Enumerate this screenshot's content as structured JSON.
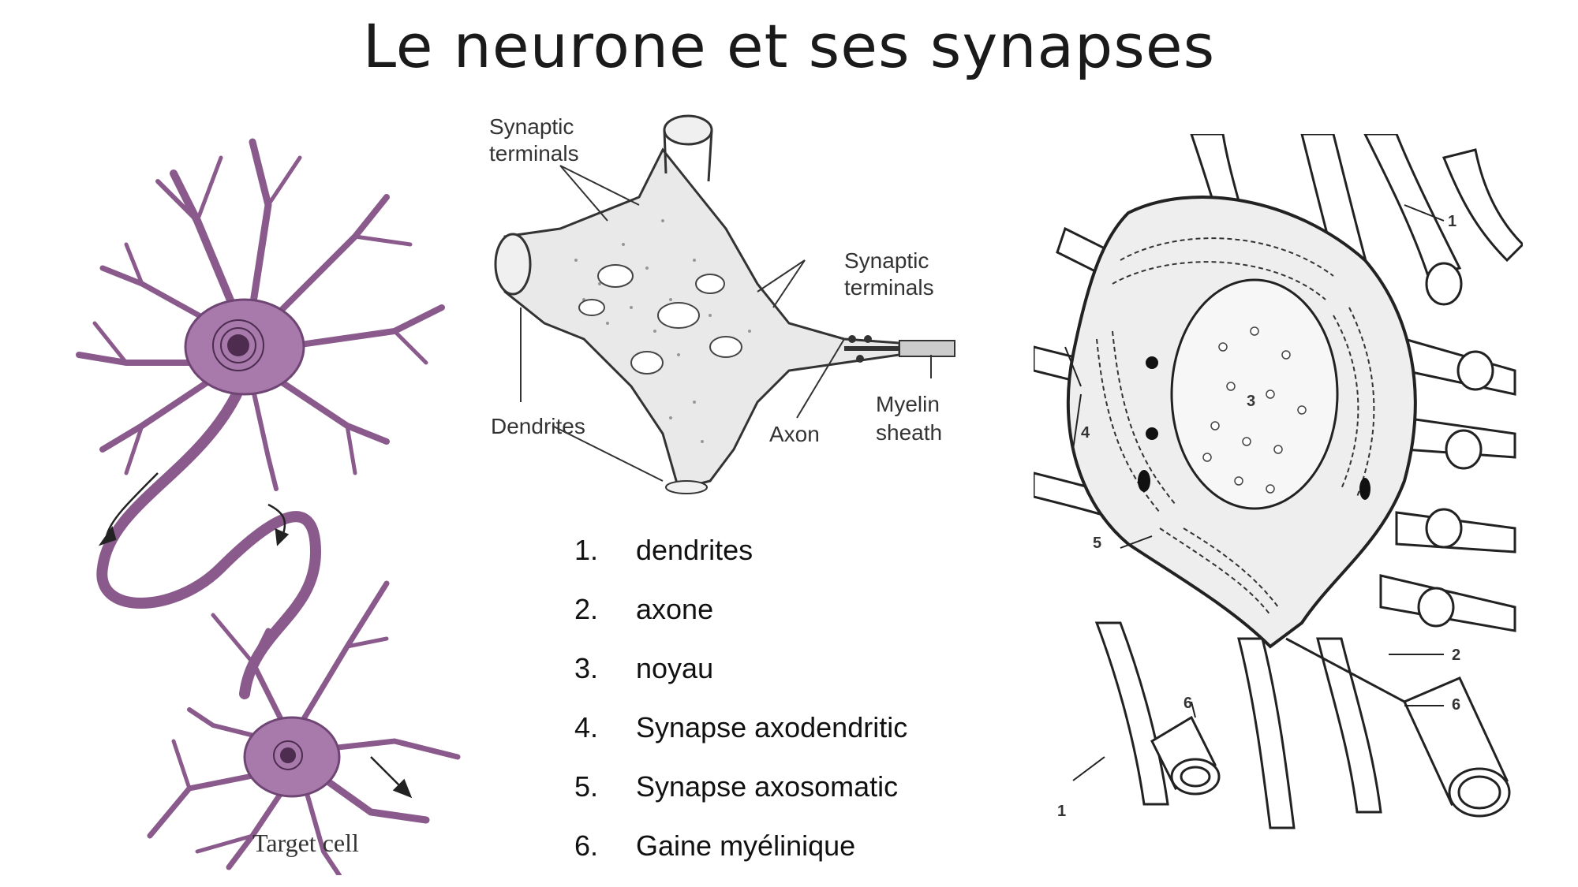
{
  "title": "Le neurone  et ses synapses",
  "left_figure": {
    "caption": "Target cell",
    "colors": {
      "cell": "#8a5a8c",
      "cell_dark": "#5e3a62",
      "cell_light": "#c9a8cc"
    }
  },
  "center_figure": {
    "labels": {
      "synaptic_terminals_top": [
        "Synaptic",
        "terminals"
      ],
      "synaptic_terminals_right": [
        "Synaptic",
        "terminals"
      ],
      "dendrites": "Dendrites",
      "axon": "Axon",
      "myelin": [
        "Myelin",
        "sheath"
      ]
    }
  },
  "legend": [
    {
      "num": "1.",
      "text": "dendrites"
    },
    {
      "num": "2.",
      "text": "axone"
    },
    {
      "num": "3.",
      "text": "noyau"
    },
    {
      "num": "4.",
      "text": "Synapse axodendritic"
    },
    {
      "num": "5.",
      "text": "Synapse axosomatic"
    },
    {
      "num": "6.",
      "text": "Gaine myélinique"
    }
  ],
  "right_figure": {
    "markers": [
      "1",
      "1",
      "2",
      "3",
      "4",
      "5",
      "6",
      "6"
    ]
  }
}
